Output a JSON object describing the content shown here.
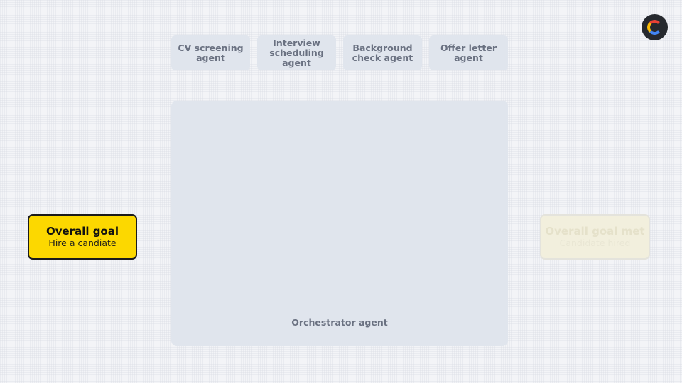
{
  "agents": [
    {
      "label": "CV screening\nagent"
    },
    {
      "label": "Interview\nscheduling agent"
    },
    {
      "label": "Background\ncheck agent"
    },
    {
      "label": "Offer letter\nagent"
    }
  ],
  "orchestrator": {
    "label": "Orchestrator agent"
  },
  "goal": {
    "title": "Overall goal",
    "subtitle": "Hire a candiate"
  },
  "goal_met": {
    "title": "Overall goal met",
    "subtitle": "Candidate hired"
  },
  "logo": {
    "icon": "c-logo-icon",
    "colors": {
      "background": "#26292e",
      "arc_red": "#e94235",
      "arc_yellow": "#fbbc05",
      "arc_blue": "#4285f4"
    }
  },
  "colors": {
    "goal_fill": "#fcd800",
    "agent_fill": "#e0e5ed",
    "agent_text": "#6a7181"
  }
}
